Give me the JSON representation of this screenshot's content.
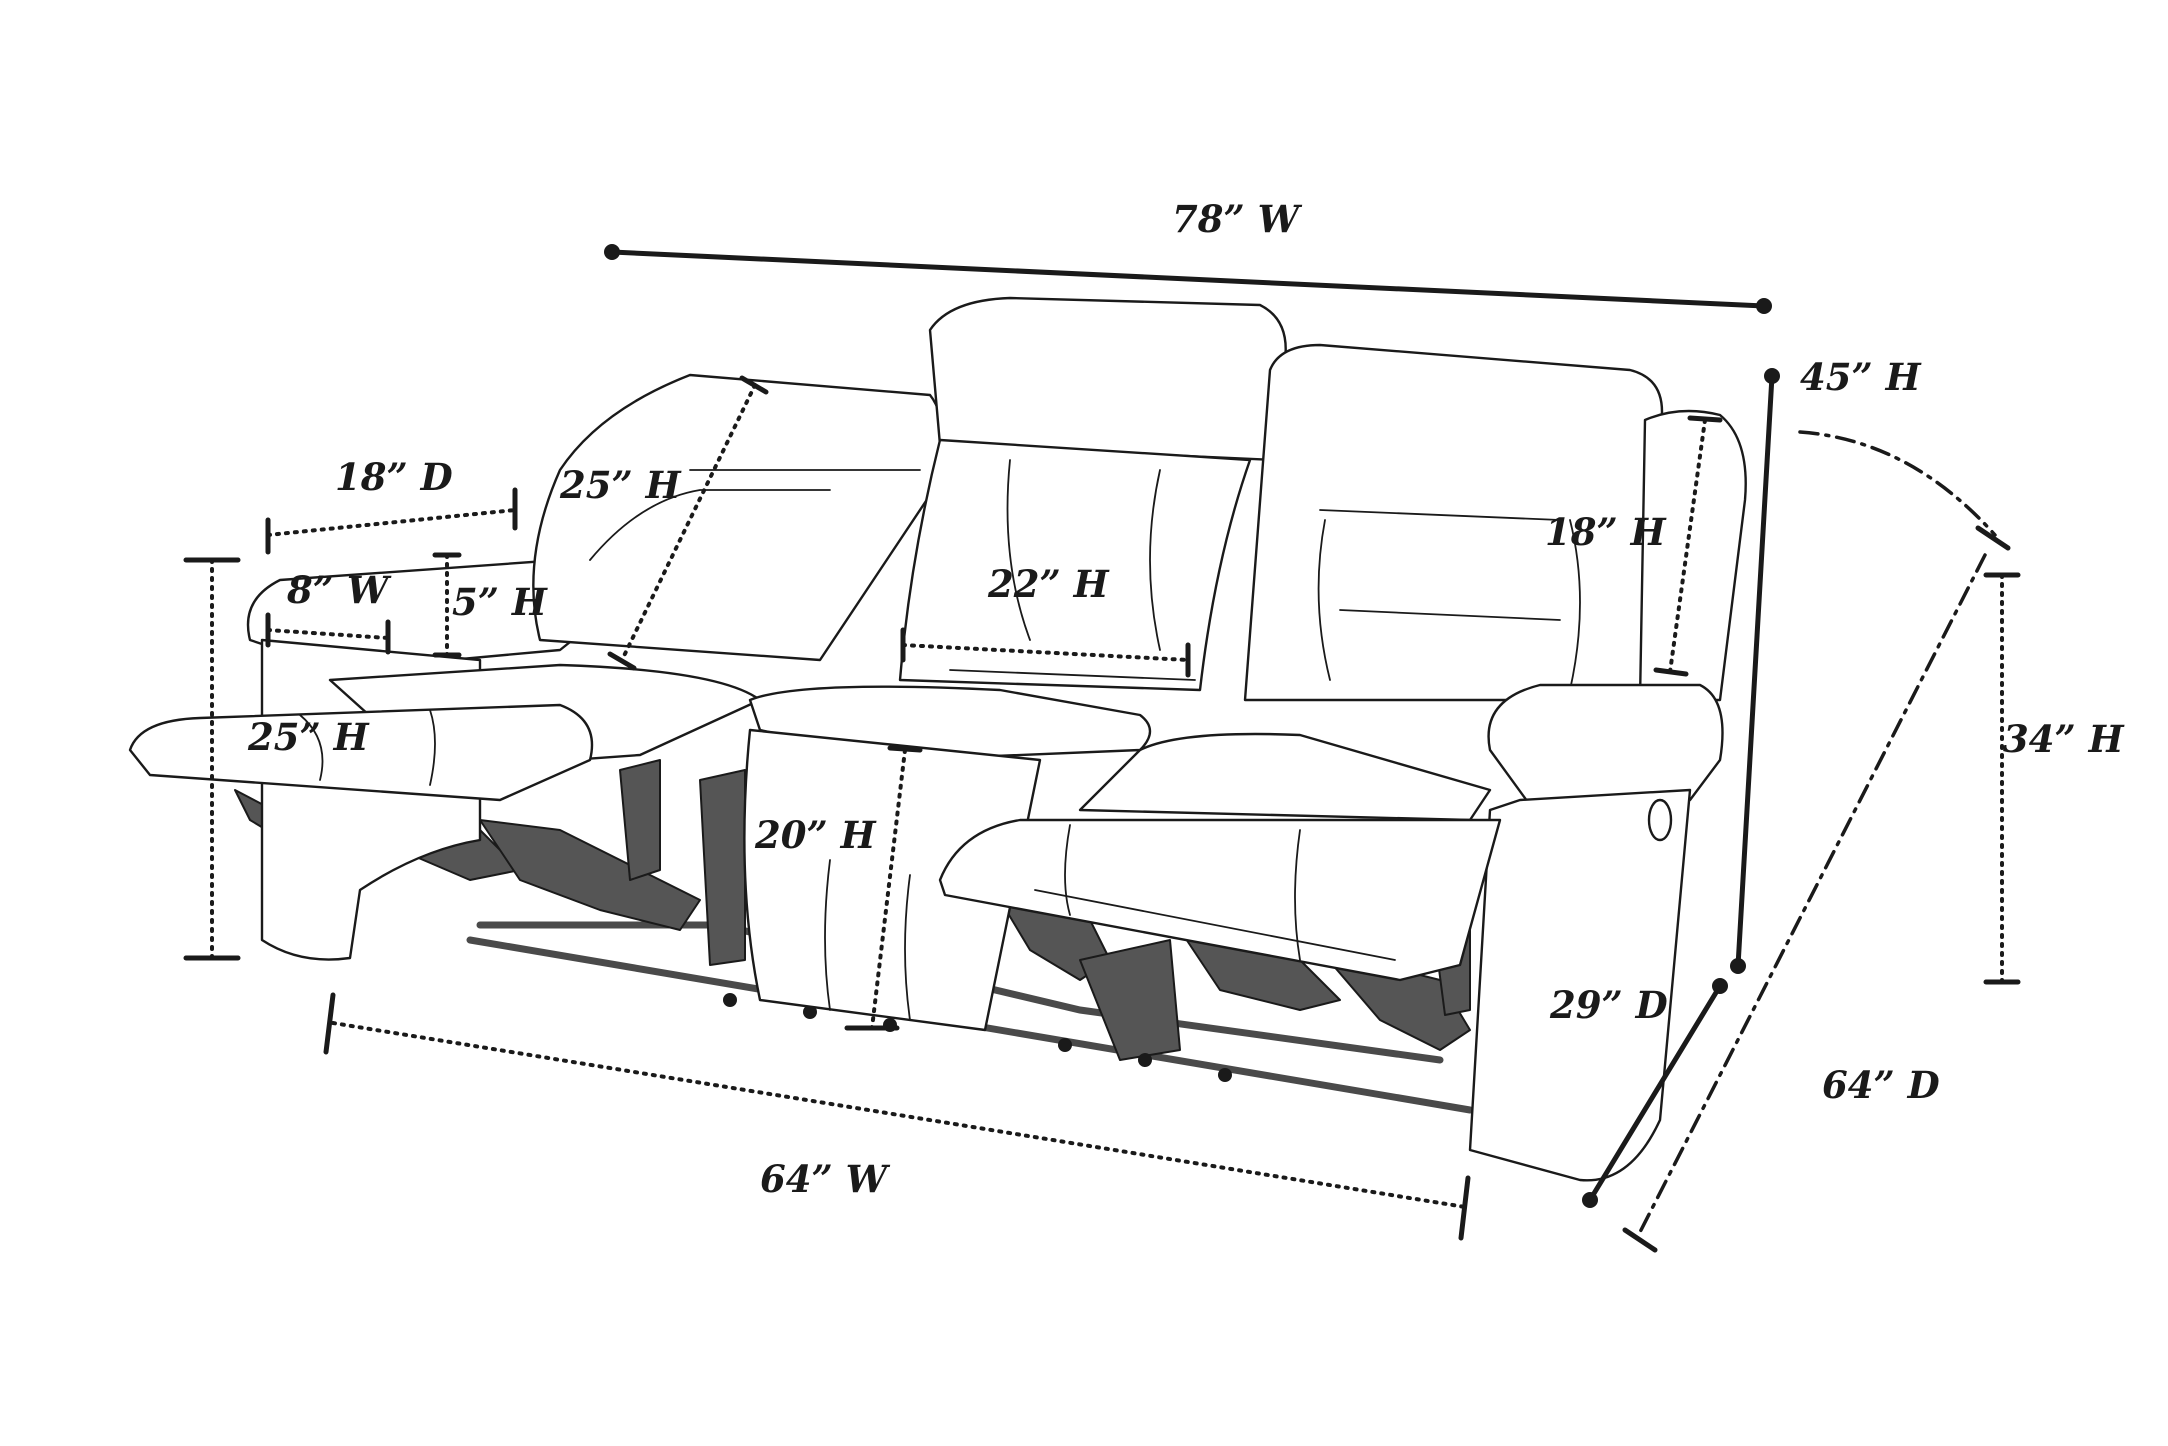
{
  "diagram": {
    "type": "sofa-dimension-drawing",
    "labels": {
      "overall_width": "78” W",
      "overall_height": "45” H",
      "arm_depth": "18” D",
      "back_height_left": "25” H",
      "arm_width": "8” W",
      "arm_height": "5” H",
      "arm_floor_height": "25” H",
      "console_height": "22” H",
      "back_height_right": "18” H",
      "seat_height": "20” H",
      "reclined_side_height": "34” H",
      "seat_depth": "29” D",
      "reclined_depth": "64” D",
      "seat_width": "64” W"
    }
  }
}
